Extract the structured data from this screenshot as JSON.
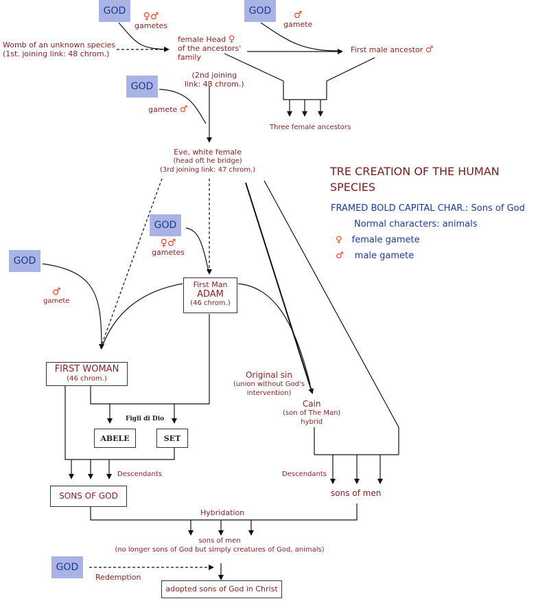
{
  "title": "TRE CREATION OF THE HUMAN SPECIES",
  "legend": {
    "framed": "FRAMED BOLD CAPITAL CHAR.: Sons of God",
    "normal": "Normal characters: animals",
    "female_symbol": "♀",
    "female": "female gamete",
    "male_symbol": "♂",
    "male": "male gamete"
  },
  "colors": {
    "god_box": "#a9b4e4",
    "god_text": "#1a3a8c",
    "text": "#8b1c1c",
    "symbol": "#ff3b1f",
    "legend": "#1a3aa0"
  },
  "god_label": "GOD",
  "nodes": {
    "womb_1": "Womb of an unknown species",
    "womb_2": "(1st. joining link: 48 chrom.)",
    "gametes_1_sym": "♀♂",
    "gametes_1": "gametes",
    "female_head_1": "female Head",
    "female_head_sym": "♀",
    "female_head_2": "of the ancestors'",
    "female_head_3": "family",
    "gamete_2_sym": "♂",
    "gamete_2": "gamete",
    "male_ancestor": "First male ancestor",
    "male_ancestor_sym": "♂",
    "second_link_1": "(2nd joining",
    "second_link_2": "link: 48 chrom.)",
    "gamete_3": "gamete",
    "gamete_3_sym": "♂",
    "three_female": "Three female ancestors",
    "eve_1": "Eve, white female",
    "eve_2": "(head oft he bridge)",
    "eve_3": "(3rd joining link: 47 chrom.)",
    "gametes_4_sym": "♀♂",
    "gametes_4": "gametes",
    "gamete_5_sym": "♂",
    "gamete_5": "gamete",
    "adam_1": "First Man",
    "adam_2": "ADAM",
    "adam_3": "(46 chrom.)",
    "woman_1": "FIRST WOMAN",
    "woman_2": "(46 chrom.)",
    "original_sin_1": "Original sin",
    "original_sin_2": "(union without God's",
    "original_sin_3": "intervention)",
    "cain_1": "Cain",
    "cain_2": "(son of The Man)",
    "cain_3": "hybrid",
    "figli": "Figli di Dio",
    "abele": "ABELE",
    "set": "SET",
    "descendants_1": "Descendants",
    "descendants_2": "Descendants",
    "sons_of_god": "SONS OF GOD",
    "sons_of_men_1": "sons of men",
    "hybridation": "Hybridation",
    "sons_of_men_2": "sons of men",
    "sons_of_men_2_note": "(no longer sons of God but simply creatures of God, animals)",
    "redemption": "Redemption",
    "adopted": "adopted sons of God in Christ"
  }
}
